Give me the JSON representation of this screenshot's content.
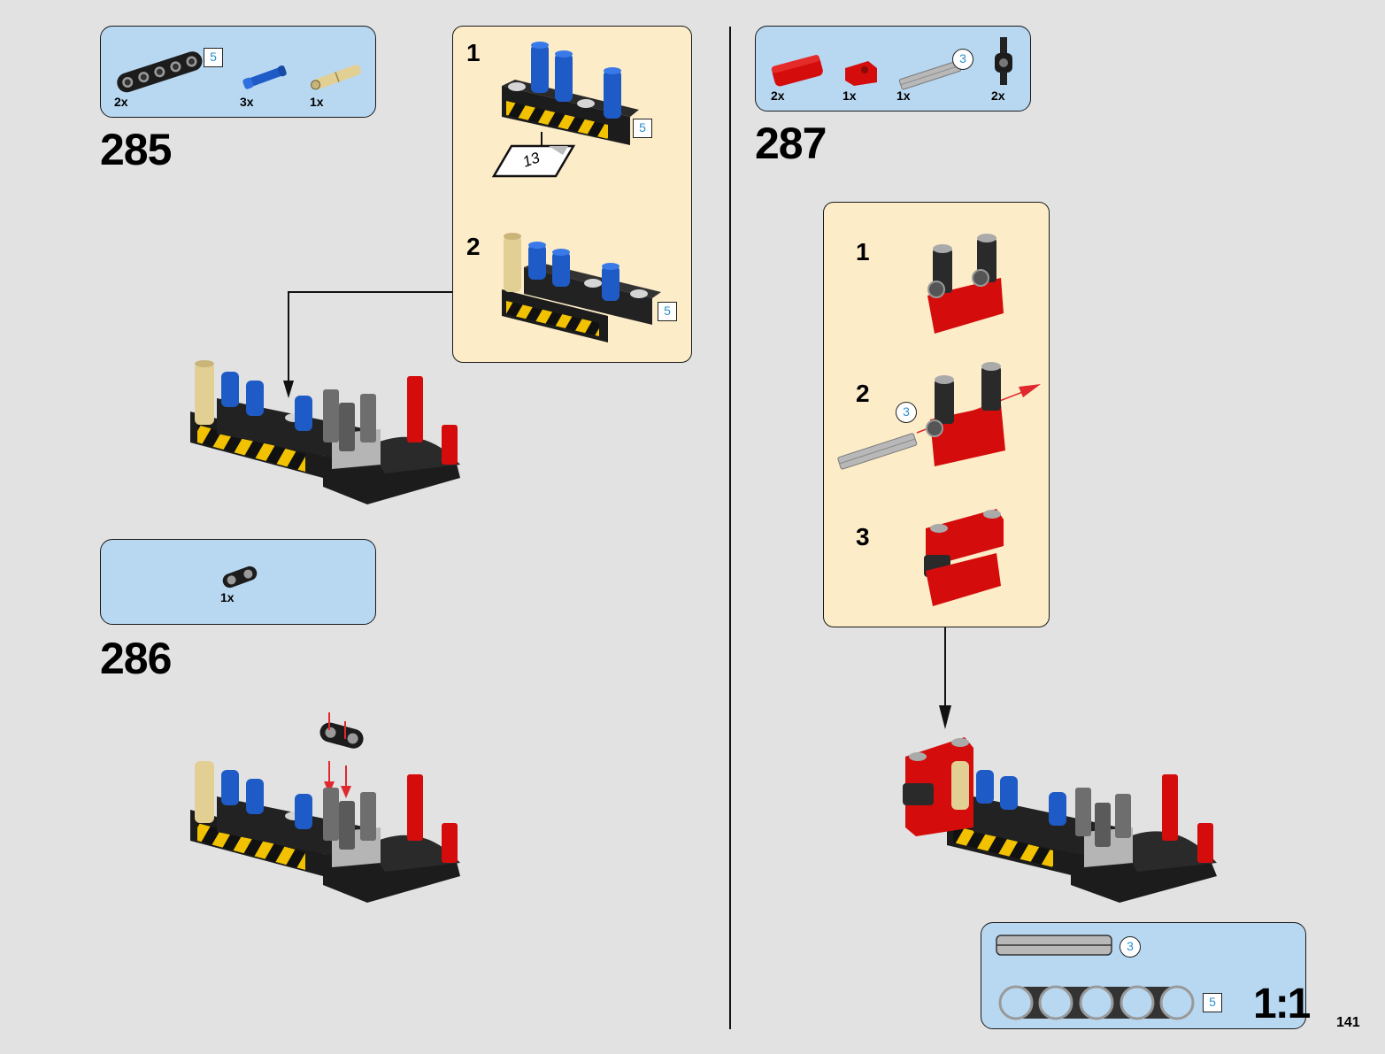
{
  "page": {
    "number": "141"
  },
  "steps": [
    {
      "number": "285",
      "parts": [
        {
          "name": "black-liftarm-5",
          "qty": "2x",
          "length": "5"
        },
        {
          "name": "blue-axle-pin",
          "qty": "3x"
        },
        {
          "name": "tan-long-pin",
          "qty": "1x"
        }
      ],
      "substeps": [
        {
          "number": "1",
          "length": "5",
          "sticker": "13"
        },
        {
          "number": "2",
          "length": "5"
        }
      ]
    },
    {
      "number": "286",
      "parts": [
        {
          "name": "black-liftarm-2",
          "qty": "1x"
        }
      ]
    },
    {
      "number": "287",
      "parts": [
        {
          "name": "red-liftarm-3",
          "qty": "2x"
        },
        {
          "name": "red-connector",
          "qty": "1x"
        },
        {
          "name": "grey-axle-3",
          "qty": "1x",
          "length": "3"
        },
        {
          "name": "black-pin-connector",
          "qty": "2x"
        }
      ],
      "substeps": [
        {
          "number": "1"
        },
        {
          "number": "2",
          "length": "3"
        },
        {
          "number": "3"
        }
      ]
    }
  ],
  "scale_box": {
    "axle_length": "3",
    "beam_length": "5",
    "ratio": "1:1"
  },
  "colors": {
    "page_bg": "#e2e2e2",
    "parts_bg": "#b8d8f2",
    "substep_bg": "#fdecc8",
    "length_text": "#2a8fd0",
    "red_brick": "#d40c0c",
    "blue_pin": "#1e5bc6",
    "tan_pin": "#e2cf94",
    "hazard_yellow": "#f2c200"
  }
}
